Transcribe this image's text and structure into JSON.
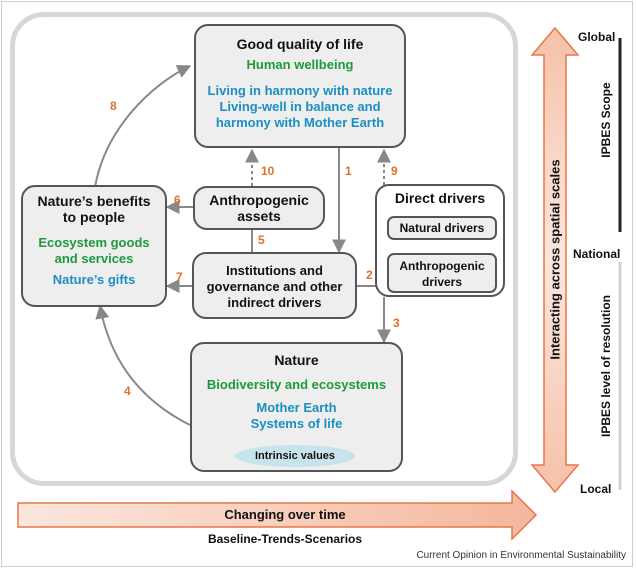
{
  "boxes": {
    "good_quality": {
      "title": "Good quality of life",
      "line1": "Human wellbeing",
      "line2": "Living in harmony with nature",
      "line3": "Living-well in balance and",
      "line4": "harmony with Mother Earth"
    },
    "nature_benefits": {
      "title1": "Nature’s benefits",
      "title2": "to people",
      "line1": "Ecosystem goods",
      "line2": "and services",
      "line3": "Nature’s gifts"
    },
    "anthropogenic_assets": {
      "title1": "Anthropogenic",
      "title2": "assets"
    },
    "institutions": {
      "line1": "Institutions and",
      "line2": "governance and other",
      "line3": "indirect drivers"
    },
    "direct_drivers": {
      "title": "Direct drivers",
      "natural": "Natural drivers",
      "anthro1": "Anthropogenic",
      "anthro2": "drivers"
    },
    "nature": {
      "title": "Nature",
      "line1": "Biodiversity and ecosystems",
      "line2": "Mother Earth",
      "line3": "Systems of life",
      "intrinsic": "Intrinsic values"
    }
  },
  "arrow_numbers": [
    "1",
    "2",
    "3",
    "4",
    "5",
    "6",
    "7",
    "8",
    "9",
    "10"
  ],
  "time_arrow": {
    "label": "Changing over time",
    "sublabel": "Baseline-Trends-Scenarios"
  },
  "spatial_arrow": {
    "label": "Interacting across spatial scales"
  },
  "scale_labels": {
    "global": "Global",
    "national": "National",
    "local": "Local"
  },
  "side_labels": {
    "scope": "IPBES Scope",
    "resolution": "IPBES level of resolution"
  },
  "source": "Current Opinion in Environmental Sustainability",
  "colors": {
    "box_fill": "#eeeeee",
    "green_text": "#1e9a3c",
    "blue_text": "#1b8fc2",
    "number_orange": "#e0702c",
    "arrow_fill": "#f6c9b6",
    "arrow_stroke": "#e8764a",
    "intrinsic_fill": "#c7e3ec"
  }
}
